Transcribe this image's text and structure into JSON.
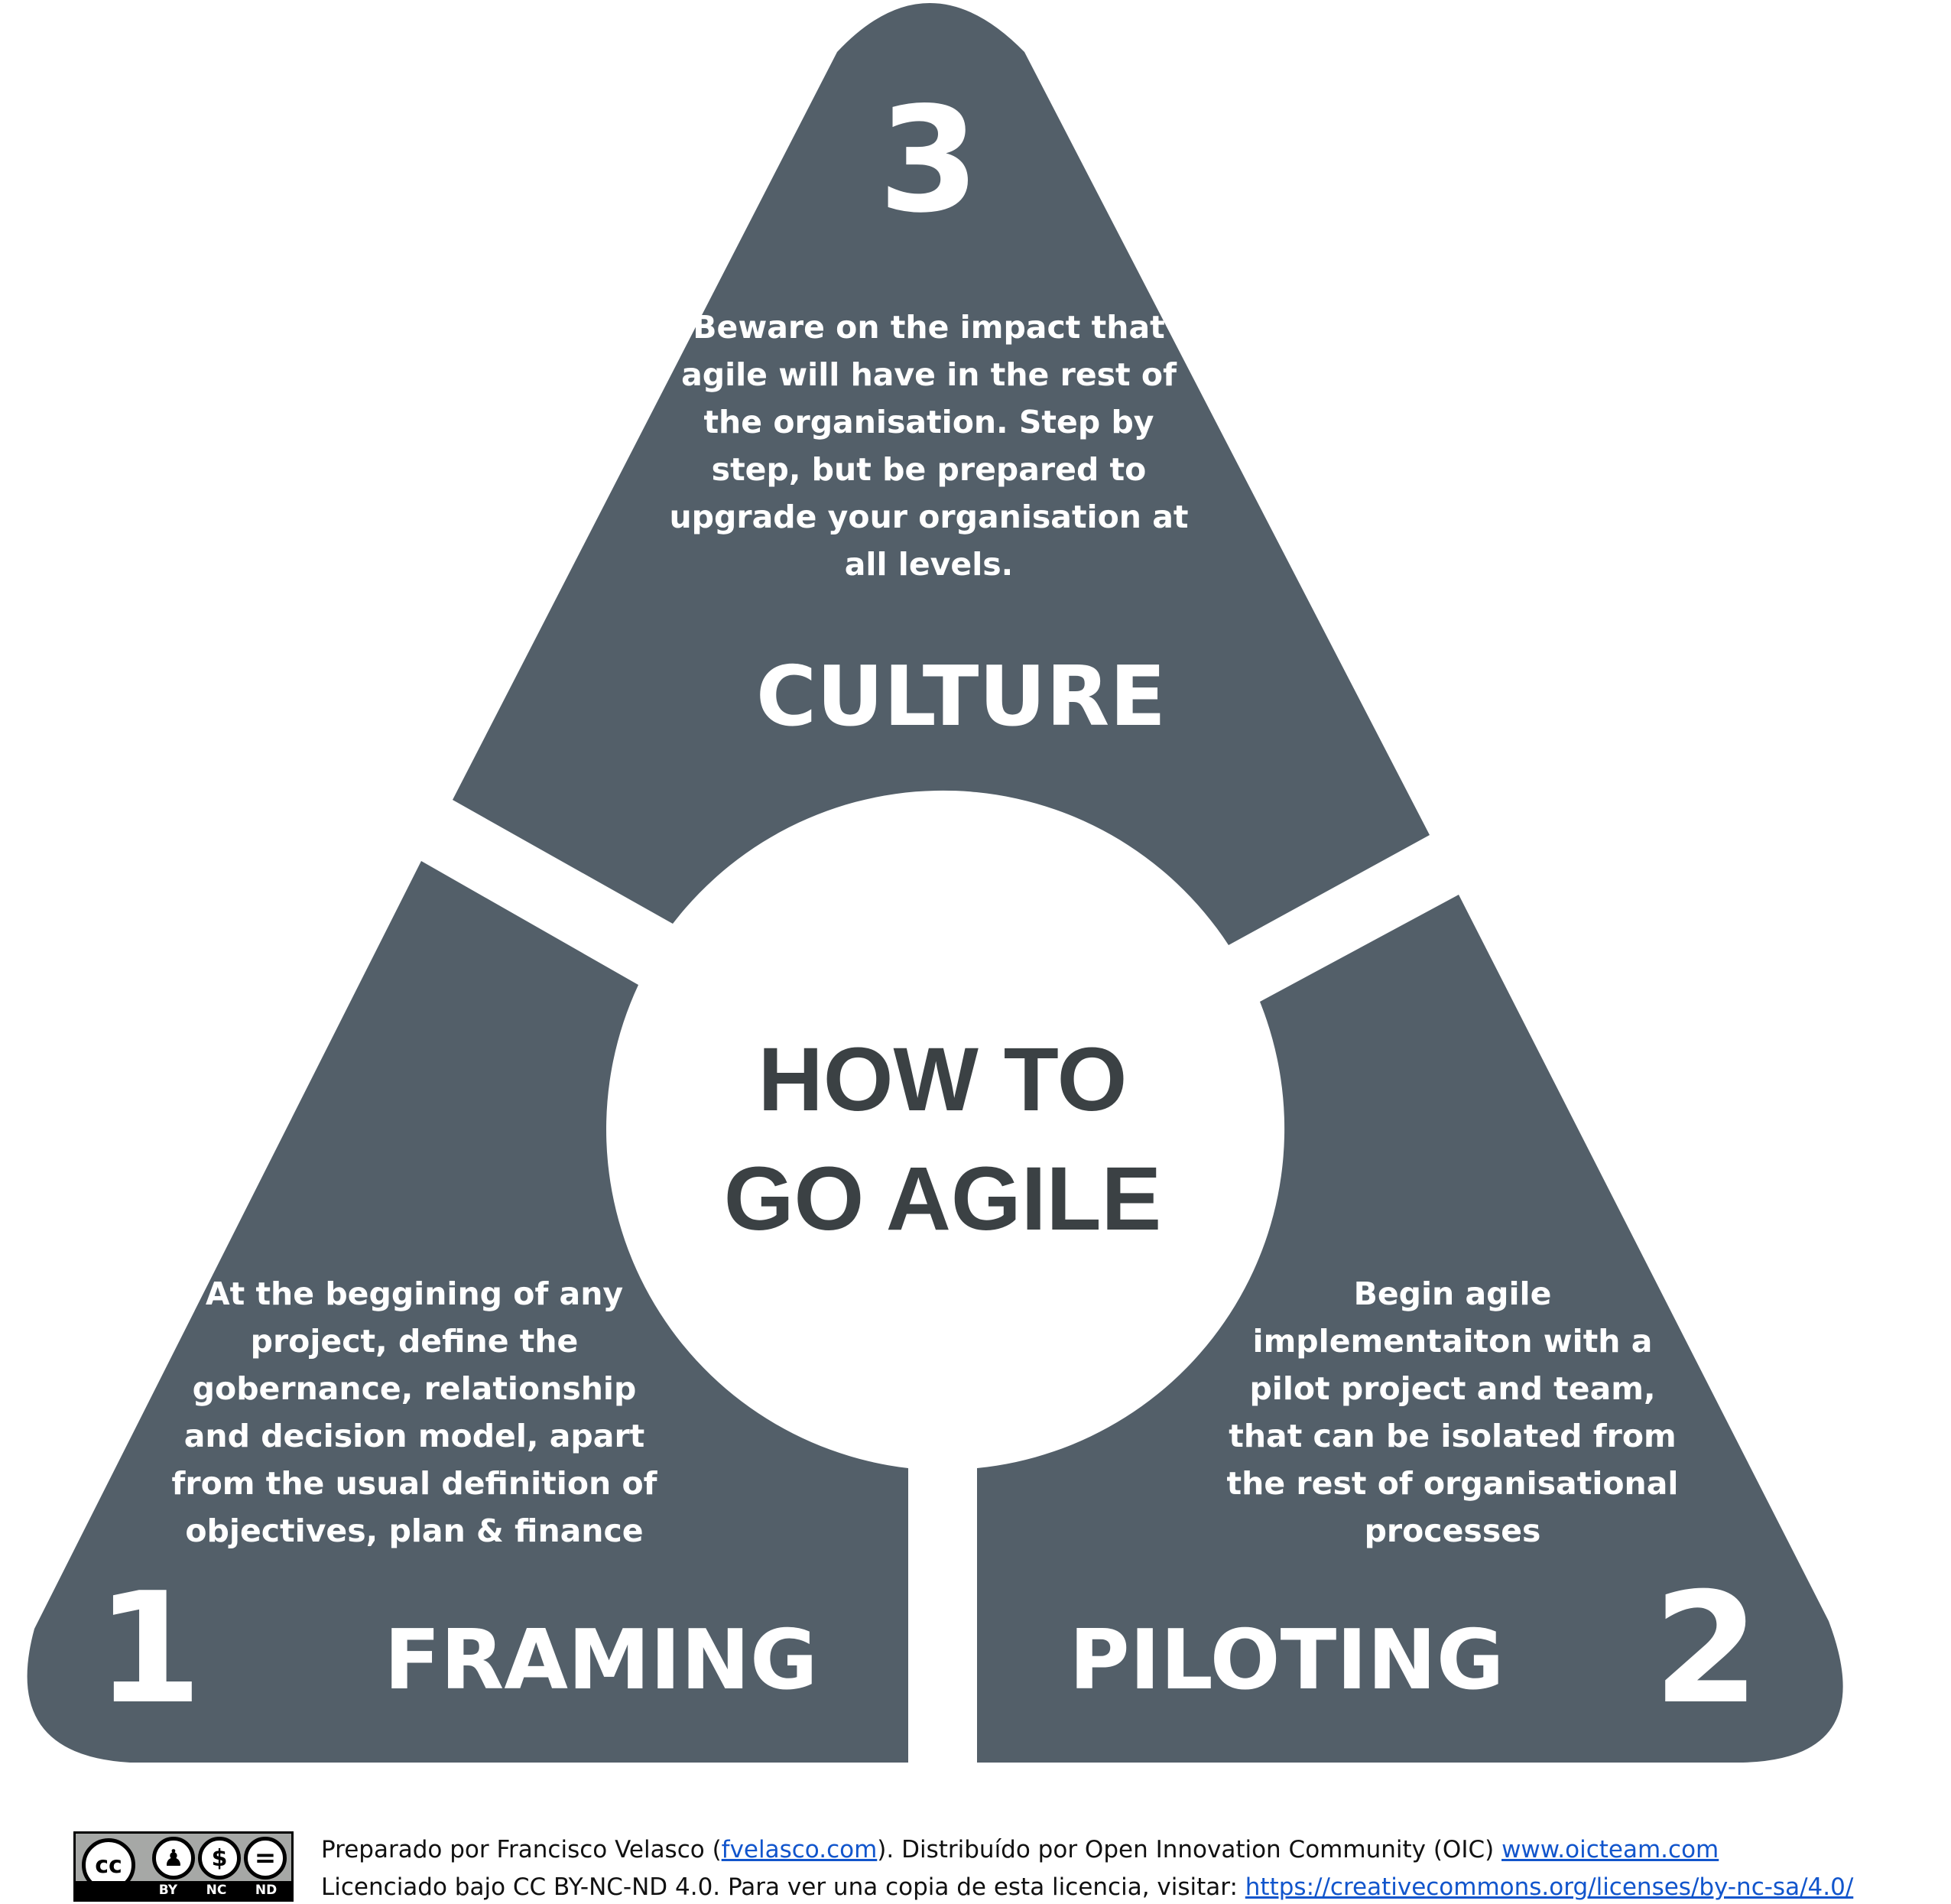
{
  "center": {
    "line1": "HOW TO",
    "line2": "GO AGILE"
  },
  "segments": {
    "culture": {
      "number": "3",
      "title": "CULTURE",
      "description": [
        "Beware on the impact that",
        "agile will have in the rest of",
        "the organisation. Step by",
        "step, but be prepared to",
        "upgrade your organisation at",
        "all levels."
      ]
    },
    "framing": {
      "number": "1",
      "title": "FRAMING",
      "description": [
        "At the beggining of any",
        "project, define the",
        "gobernance, relationship",
        "and decision model, apart",
        "from the usual definition of",
        "objectives, plan & finance"
      ]
    },
    "piloting": {
      "number": "2",
      "title": "PILOTING",
      "description": [
        "Begin agile",
        "implementaiton with a",
        "pilot project and team,",
        "that can be isolated from",
        "the rest of organisational",
        "processes"
      ]
    }
  },
  "footer": {
    "line1_prefix": "Preparado por Francisco Velasco (",
    "line1_link1": "fvelasco.com",
    "line1_middle": "). Distribuído por Open Innovation Community (OIC) ",
    "line1_link2": "www.oicteam.com",
    "line2_prefix": "Licenciado bajo CC BY-NC-ND 4.0. Para ver una copia de esta licencia, visitar: ",
    "line2_link": "https://creativecommons.org/licenses/by-nc-sa/4.0/",
    "badge": {
      "cc_label": "cc",
      "by_label": "BY",
      "nc_label": "NC",
      "nd_label": "ND",
      "icon_names": [
        "cc-icon",
        "attribution-icon",
        "noncommercial-icon",
        "noderivatives-icon"
      ]
    }
  },
  "colors": {
    "segment": "#535f69",
    "center_text": "#3b4144",
    "link": "#1155cc"
  }
}
